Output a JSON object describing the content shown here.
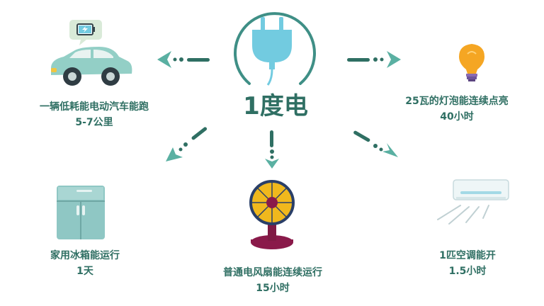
{
  "center": {
    "title": "1度电"
  },
  "items": {
    "car": {
      "line1": "一辆低耗能电动汽车能跑",
      "line2": "5-7公里"
    },
    "bulb": {
      "line1": "25瓦的灯泡能连续点亮",
      "line2": "40小时"
    },
    "fridge": {
      "line1": "家用冰箱能运行",
      "line2": "1天"
    },
    "fan": {
      "line1": "普通电风扇能连续运行",
      "line2": "15小时"
    },
    "ac": {
      "line1": "1匹空调能开",
      "line2": "1.5小时"
    }
  },
  "colors": {
    "text": "#2f6f63",
    "plug": "#72cbe0",
    "car_body": "#93cfc6",
    "bulb": "#f5a623",
    "fridge": "#8fc7c4",
    "fan_base": "#8a1a4a",
    "fan_blade": "#f0b81d",
    "arrow": "#2f6f63"
  },
  "icons": [
    "plug-icon",
    "car-icon",
    "battery-icon",
    "bulb-icon",
    "fridge-icon",
    "fan-icon",
    "air-conditioner-icon"
  ]
}
